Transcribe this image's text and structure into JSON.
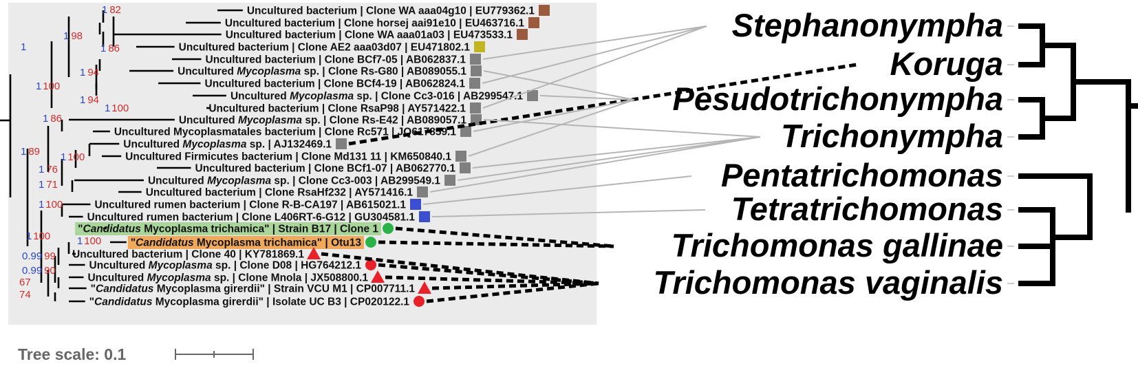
{
  "clones": [
    {
      "parts": [
        {
          "t": "Uncultured bacterium | Clone WA aaa04g10 | EU779362.1"
        }
      ],
      "marker": {
        "shape": "square",
        "color": "#9b5a3c"
      }
    },
    {
      "parts": [
        {
          "t": "Uncultured bacterium | Clone horsej aai91e10 | EU463716.1"
        }
      ],
      "marker": {
        "shape": "square",
        "color": "#9b5a3c"
      }
    },
    {
      "parts": [
        {
          "t": "Uncultured bacterium | Clone WA aaa01a03 | EU473533.1"
        }
      ],
      "marker": {
        "shape": "square",
        "color": "#9b5a3c"
      }
    },
    {
      "parts": [
        {
          "t": "Uncultured bacterium | Clone AE2 aaa03d07 | EU471802.1"
        }
      ],
      "marker": {
        "shape": "square",
        "color": "#c2b521"
      }
    },
    {
      "parts": [
        {
          "t": "Uncultured bacterium | Clone BCf7-05 | AB062837.1"
        }
      ],
      "marker": {
        "shape": "square",
        "color": "#7f7f7f"
      }
    },
    {
      "parts": [
        {
          "t": "Uncultured "
        },
        {
          "t": "Mycoplasma",
          "i": true
        },
        {
          "t": " sp. | Clone Rs-G80 | AB089055.1"
        }
      ],
      "marker": {
        "shape": "square",
        "color": "#7f7f7f"
      }
    },
    {
      "parts": [
        {
          "t": "Uncultured bacterium | Clone BCf4-19 | AB062824.1"
        }
      ],
      "marker": {
        "shape": "square",
        "color": "#7f7f7f"
      }
    },
    {
      "parts": [
        {
          "t": "Uncultured "
        },
        {
          "t": "Mycoplasma",
          "i": true
        },
        {
          "t": " sp. | Clone Cc3-016 | AB299547.1"
        }
      ],
      "marker": {
        "shape": "square",
        "color": "#7f7f7f"
      }
    },
    {
      "parts": [
        {
          "t": "Uncultured bacterium | Clone RsaP98 | AY571422.1"
        }
      ],
      "marker": {
        "shape": "square",
        "color": "#7f7f7f"
      }
    },
    {
      "parts": [
        {
          "t": "Uncultured "
        },
        {
          "t": "Mycoplasma",
          "i": true
        },
        {
          "t": " sp. | Clone Rs-E42 | AB089057.1"
        }
      ],
      "marker": {
        "shape": "square",
        "color": "#7f7f7f"
      }
    },
    {
      "parts": [
        {
          "t": "Uncultured Mycoplasmatales bacterium | Clone Rc571 | JQ617859.1"
        }
      ],
      "marker": {
        "shape": "square",
        "color": "#7f7f7f"
      }
    },
    {
      "parts": [
        {
          "t": "Uncultured "
        },
        {
          "t": "Mycoplasma",
          "i": true
        },
        {
          "t": " sp. | AJ132469.1"
        }
      ],
      "marker": {
        "shape": "square",
        "color": "#7f7f7f"
      }
    },
    {
      "parts": [
        {
          "t": "Uncultured Firmicutes bacterium | Clone Md131 11 | KM650840.1"
        }
      ],
      "marker": {
        "shape": "square",
        "color": "#7f7f7f"
      }
    },
    {
      "parts": [
        {
          "t": "Uncultured bacterium | Clone BCf1-07 | AB062770.1"
        }
      ],
      "marker": {
        "shape": "square",
        "color": "#7f7f7f"
      }
    },
    {
      "parts": [
        {
          "t": "Uncultured "
        },
        {
          "t": "Mycoplasma",
          "i": true
        },
        {
          "t": " sp. | Clone Cc3-003 | AB299549.1"
        }
      ],
      "marker": {
        "shape": "square",
        "color": "#7f7f7f"
      }
    },
    {
      "parts": [
        {
          "t": "Uncultured bacterium | Clone RsaHf232 | AY571416.1"
        }
      ],
      "marker": {
        "shape": "square",
        "color": "#7f7f7f"
      }
    },
    {
      "parts": [
        {
          "t": "Uncultured rumen bacterium | Clone R-B-CA197 | AB615021.1"
        }
      ],
      "marker": {
        "shape": "square",
        "color": "#3b4fd0"
      }
    },
    {
      "parts": [
        {
          "t": "Uncultured rumen bacterium | Clone L406RT-6-G12 | GU304581.1"
        }
      ],
      "marker": {
        "shape": "square",
        "color": "#3b4fd0"
      }
    },
    {
      "parts": [
        {
          "t": "\""
        },
        {
          "t": "Candidatus",
          "i": true
        },
        {
          "t": " Mycoplasma trichamica\" | Strain B17 | Clone 1"
        }
      ],
      "marker": {
        "shape": "circle",
        "color": "#2bb34a"
      },
      "highlight": "#a9d49a"
    },
    {
      "parts": [
        {
          "t": "\""
        },
        {
          "t": "Candidatus",
          "i": true
        },
        {
          "t": " Mycoplasma trichamica\" | Otu13"
        }
      ],
      "marker": {
        "shape": "circle",
        "color": "#2bb34a"
      },
      "highlight": "#f0a95a"
    },
    {
      "parts": [
        {
          "t": "Uncultured bacterium | Clone 40 | KY781869.1"
        }
      ],
      "marker": {
        "shape": "triangle",
        "color": "#e8202a"
      }
    },
    {
      "parts": [
        {
          "t": "Uncultured "
        },
        {
          "t": "Mycoplasma",
          "i": true
        },
        {
          "t": " sp. | Clone D08 | HG764212.1"
        }
      ],
      "marker": {
        "shape": "circle",
        "color": "#e8202a"
      }
    },
    {
      "parts": [
        {
          "t": "Uncultured "
        },
        {
          "t": "Mycoplasma",
          "i": true
        },
        {
          "t": " sp. | Clone Mnola | JX508800.1"
        }
      ],
      "marker": {
        "shape": "triangle",
        "color": "#e8202a"
      }
    },
    {
      "parts": [
        {
          "t": "\""
        },
        {
          "t": "Candidatus",
          "i": true
        },
        {
          "t": " Mycoplasma girerdii\" | Strain VCU M1 | CP007711.1"
        }
      ],
      "marker": {
        "shape": "triangle",
        "color": "#e8202a"
      }
    },
    {
      "parts": [
        {
          "t": "\""
        },
        {
          "t": "Candidatus",
          "i": true
        },
        {
          "t": " Mycoplasma girerdii\" | Isolate UC B3 | CP020122.1"
        }
      ],
      "marker": {
        "shape": "circle",
        "color": "#e8202a"
      }
    }
  ],
  "support_values": [
    {
      "blue": "1",
      "red": "82"
    },
    {
      "blue": "1",
      "red": "98"
    },
    {
      "blue": "1",
      "red": ""
    },
    {
      "blue": "1",
      "red": "86"
    },
    {
      "blue": "1",
      "red": "94"
    },
    {
      "blue": "1",
      "red": "100"
    },
    {
      "blue": "1",
      "red": "94"
    },
    {
      "blue": "1",
      "red": "100"
    },
    {
      "blue": "1",
      "red": "86"
    },
    {
      "blue": "1",
      "red": "89"
    },
    {
      "blue": "1",
      "red": "100"
    },
    {
      "blue": "1",
      "red": "76"
    },
    {
      "blue": "1",
      "red": "71"
    },
    {
      "blue": "1",
      "red": "100"
    },
    {
      "blue": "1",
      "red": "100"
    },
    {
      "blue": "1",
      "red": "100"
    },
    {
      "blue": "0.99",
      "red": "99"
    },
    {
      "blue": "0.99",
      "red": "90"
    },
    {
      "blue": "",
      "red": "67"
    },
    {
      "blue": "",
      "red": "74"
    }
  ],
  "hosts": [
    "Stephanonympha",
    "Koruga",
    "Pesudotrichonympha",
    "Trichonympha",
    "Pentatrichomonas",
    "Tetratrichomonas",
    "Trichomonas gallinae",
    "Trichomonas vaginalis"
  ],
  "associations": [
    {
      "clone": 4,
      "host": 0,
      "style": "solid"
    },
    {
      "clone": 6,
      "host": 0,
      "style": "solid"
    },
    {
      "clone": 8,
      "host": 0,
      "style": "solid"
    },
    {
      "clone": 11,
      "host": 1,
      "style": "dashed"
    },
    {
      "clone": 5,
      "host": 2,
      "style": "solid"
    },
    {
      "clone": 7,
      "host": 2,
      "style": "solid"
    },
    {
      "clone": 10,
      "host": 2,
      "style": "solid"
    },
    {
      "clone": 12,
      "host": 2,
      "style": "solid"
    },
    {
      "clone": 9,
      "host": 3,
      "style": "solid"
    },
    {
      "clone": 13,
      "host": 3,
      "style": "solid"
    },
    {
      "clone": 14,
      "host": 3,
      "style": "solid"
    },
    {
      "clone": 15,
      "host": 3,
      "style": "solid"
    },
    {
      "clone": 16,
      "host": 4,
      "style": "solid"
    },
    {
      "clone": 17,
      "host": 5,
      "style": "solid"
    },
    {
      "clone": 18,
      "host": 6,
      "style": "dashed"
    },
    {
      "clone": 19,
      "host": 6,
      "style": "dashed"
    },
    {
      "clone": 20,
      "host": 7,
      "style": "dashed"
    },
    {
      "clone": 21,
      "host": 7,
      "style": "dashed"
    },
    {
      "clone": 22,
      "host": 7,
      "style": "dashed"
    },
    {
      "clone": 23,
      "host": 7,
      "style": "dashed"
    },
    {
      "clone": 24,
      "host": 7,
      "style": "dashed"
    }
  ],
  "scale": {
    "label": "Tree scale: 0.1"
  },
  "colors": {
    "panel": "#ebebeb",
    "support_blue": "#2a46c4",
    "support_red": "#d42a2a",
    "tangle_solid": "#b5b5b5",
    "tangle_dashed": "#000000"
  }
}
